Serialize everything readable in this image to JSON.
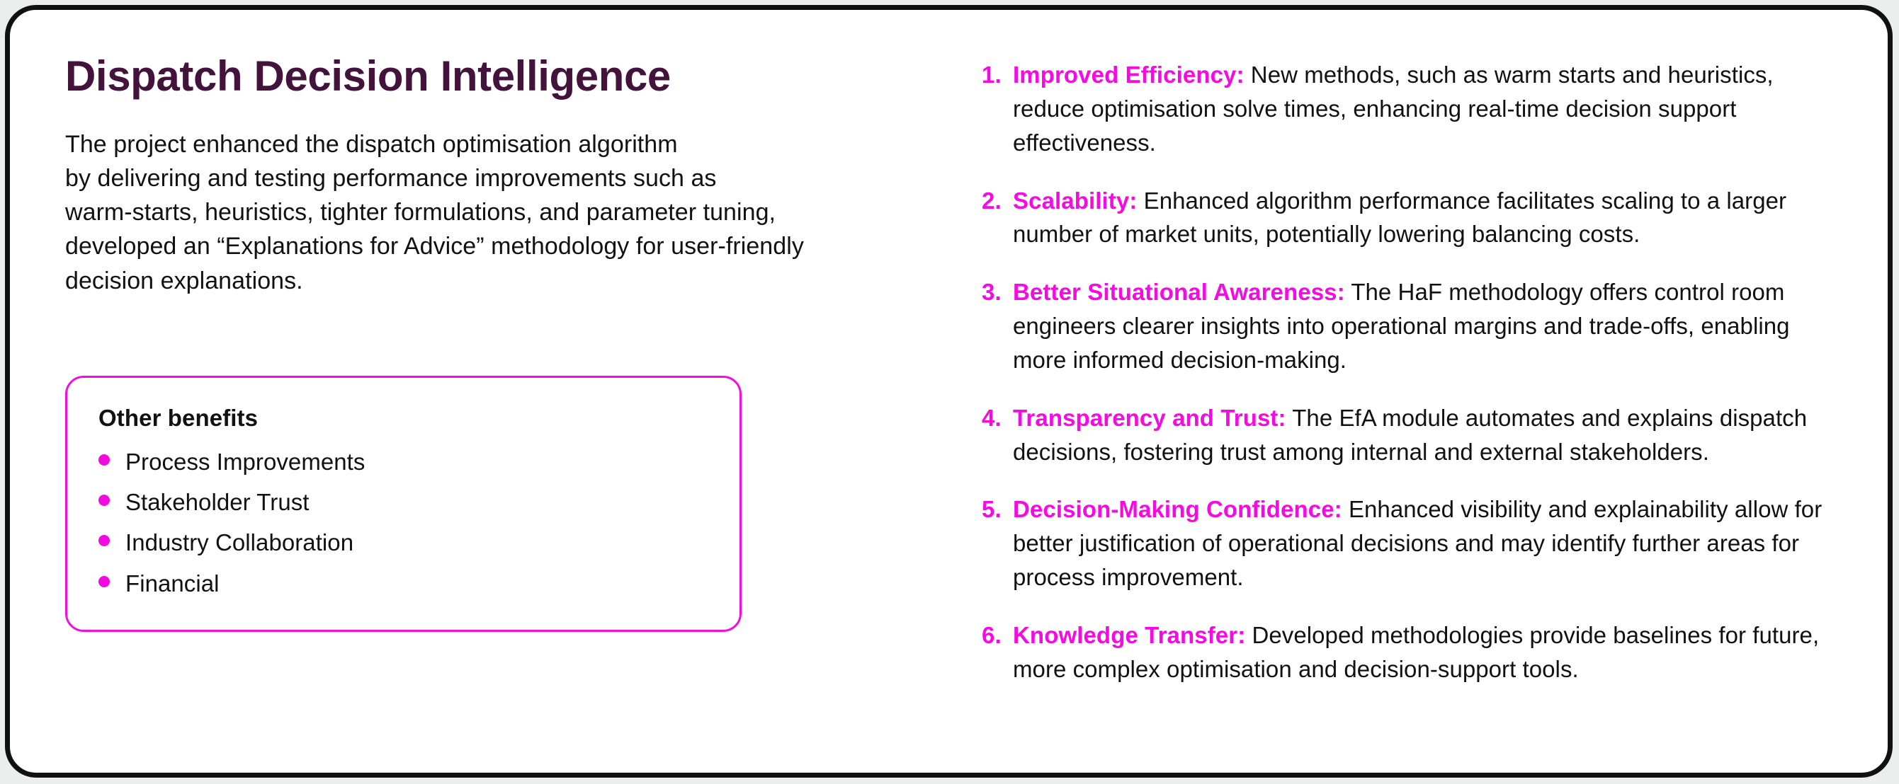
{
  "colors": {
    "title_purple": "#43133c",
    "accent_magenta": "#f50ae2",
    "box_border_magenta": "#ef10e0",
    "body_text": "#111111",
    "card_border": "#111111",
    "page_background": "#eceded",
    "card_background": "#ffffff"
  },
  "left": {
    "title": "Dispatch Decision Intelligence",
    "paragraph_lines": [
      "The project enhanced the dispatch optimisation algorithm",
      "by delivering and testing performance improvements such as",
      "warm-starts, heuristics, tighter formulations, and parameter tuning,",
      "developed an “Explanations for Advice” methodology for user-friendly",
      "decision explanations."
    ],
    "benefits_box": {
      "heading": "Other benefits",
      "items": [
        {
          "label": "Process Improvements"
        },
        {
          "label": "Stakeholder Trust"
        },
        {
          "label": "Industry Collaboration"
        },
        {
          "label": "Financial"
        }
      ]
    }
  },
  "right": {
    "items": [
      {
        "number": "1.",
        "term": "Improved Efficiency:",
        "text": " New methods, such as warm starts and heuristics, reduce optimisation solve times, enhancing real-time decision support effectiveness."
      },
      {
        "number": "2.",
        "term": "Scalability:",
        "text": " Enhanced algorithm performance facilitates scaling to a larger number of market units, potentially lowering balancing costs."
      },
      {
        "number": "3.",
        "term": "Better Situational Awareness:",
        "text": " The HaF methodology offers control room engineers clearer insights into operational margins and trade-offs, enabling more informed decision-making."
      },
      {
        "number": "4.",
        "term": "Transparency and Trust:",
        "text": " The EfA module automates and explains dispatch decisions, fostering trust among internal and external stakeholders."
      },
      {
        "number": "5.",
        "term": "Decision-Making Confidence:",
        "text": " Enhanced visibility and explainability allow for better justification of operational decisions and may identify further areas for process improvement."
      },
      {
        "number": "6.",
        "term": "Knowledge Transfer:",
        "text": " Developed methodologies provide baselines for future, more complex optimisation and decision-support tools."
      }
    ]
  }
}
